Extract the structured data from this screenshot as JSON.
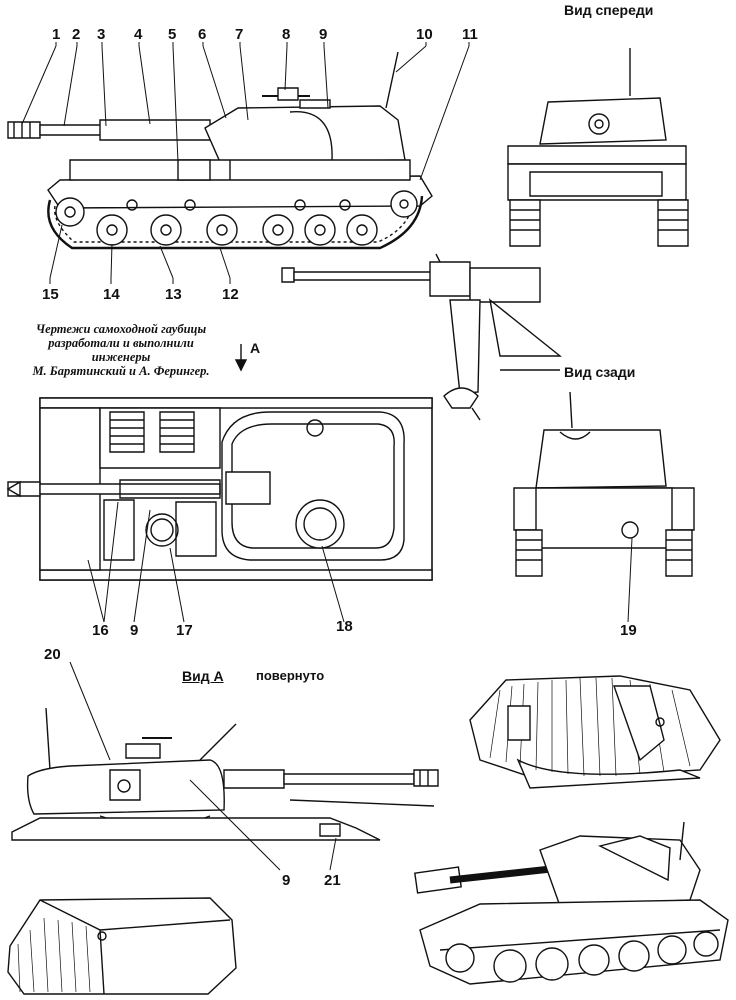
{
  "views": {
    "front": "Вид спереди",
    "rear": "Вид сзади",
    "view_a": "Вид А",
    "rotated": "повернуто",
    "arrow_a": "A"
  },
  "caption": {
    "line1": "Чертежи самоходной гаубицы",
    "line2": "разработали и выполнили",
    "line3": "инженеры",
    "line4": "М. Барятинский и А. Ферингер."
  },
  "callouts": {
    "c1": "1",
    "c2": "2",
    "c3": "3",
    "c4": "4",
    "c5": "5",
    "c6": "6",
    "c7": "7",
    "c8": "8",
    "c9": "9",
    "c10": "10",
    "c11": "11",
    "c12": "12",
    "c13": "13",
    "c14": "14",
    "c15": "15",
    "c16": "16",
    "c9b": "9",
    "c17": "17",
    "c18": "18",
    "c19": "19",
    "c20": "20",
    "c9c": "9",
    "c21": "21"
  }
}
